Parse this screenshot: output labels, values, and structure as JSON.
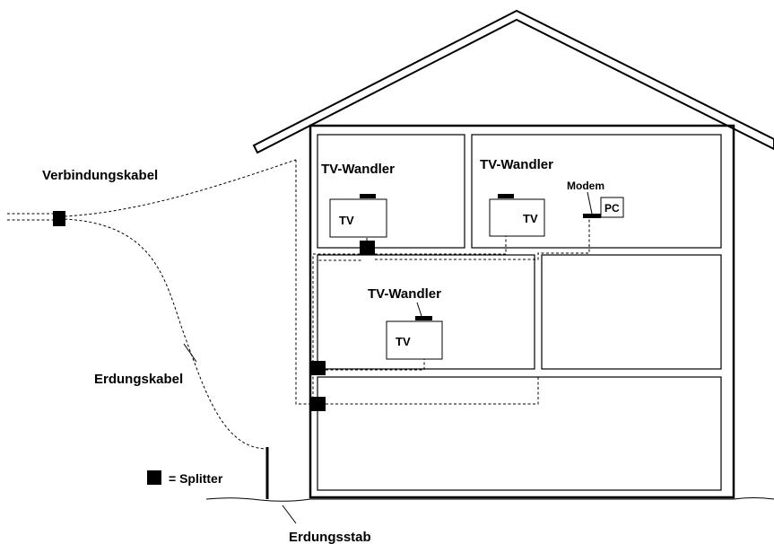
{
  "labels": {
    "connection_cable": "Verbindungskabel",
    "ground_cable": "Erdungskabel",
    "ground_rod": "Erdungsstab",
    "legend_text": "=  Splitter",
    "tv_converter": "TV-Wandler",
    "tv": "TV",
    "modem": "Modem",
    "pc": "PC"
  }
}
